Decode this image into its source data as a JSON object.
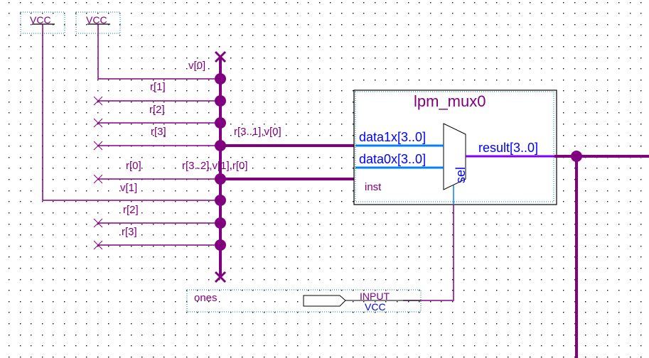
{
  "schematic": {
    "colors": {
      "wire": "#800080",
      "port_line": "#0080ff",
      "port_text": "#0000ff",
      "label": "#800080",
      "symbol_outline": "#000000",
      "dotted_border": "#008080",
      "grid_dot": "#000000",
      "result_wire": "#8000ff"
    },
    "vcc_symbols": [
      {
        "label": "VCC"
      },
      {
        "label": "VCC"
      }
    ],
    "bus_a": {
      "name": "r[3..1],v[0]",
      "taps": [
        {
          "label": "v[0]",
          "source": "VCC"
        },
        {
          "label": "r[1]",
          "source": "unconnected"
        },
        {
          "label": "r[2]",
          "source": "unconnected"
        },
        {
          "label": "r[3]",
          "source": "unconnected"
        }
      ]
    },
    "bus_b": {
      "name": "r[3..2],v[1],r[0]",
      "taps": [
        {
          "label": "r[0]",
          "source": "unconnected"
        },
        {
          "label": "v[1]",
          "source": "VCC"
        },
        {
          "label": "r[2]",
          "source": "unconnected"
        },
        {
          "label": "r[3]",
          "source": "unconnected"
        }
      ]
    },
    "mux": {
      "title": "lpm_mux0",
      "instance": "inst",
      "ports": {
        "data1": "data1x[3..0]",
        "data0": "data0x[3..0]",
        "sel": "sel",
        "result": "result[3..0]"
      }
    },
    "input_pin": {
      "name": "ones",
      "type": "INPUT",
      "default": "VCC"
    }
  }
}
